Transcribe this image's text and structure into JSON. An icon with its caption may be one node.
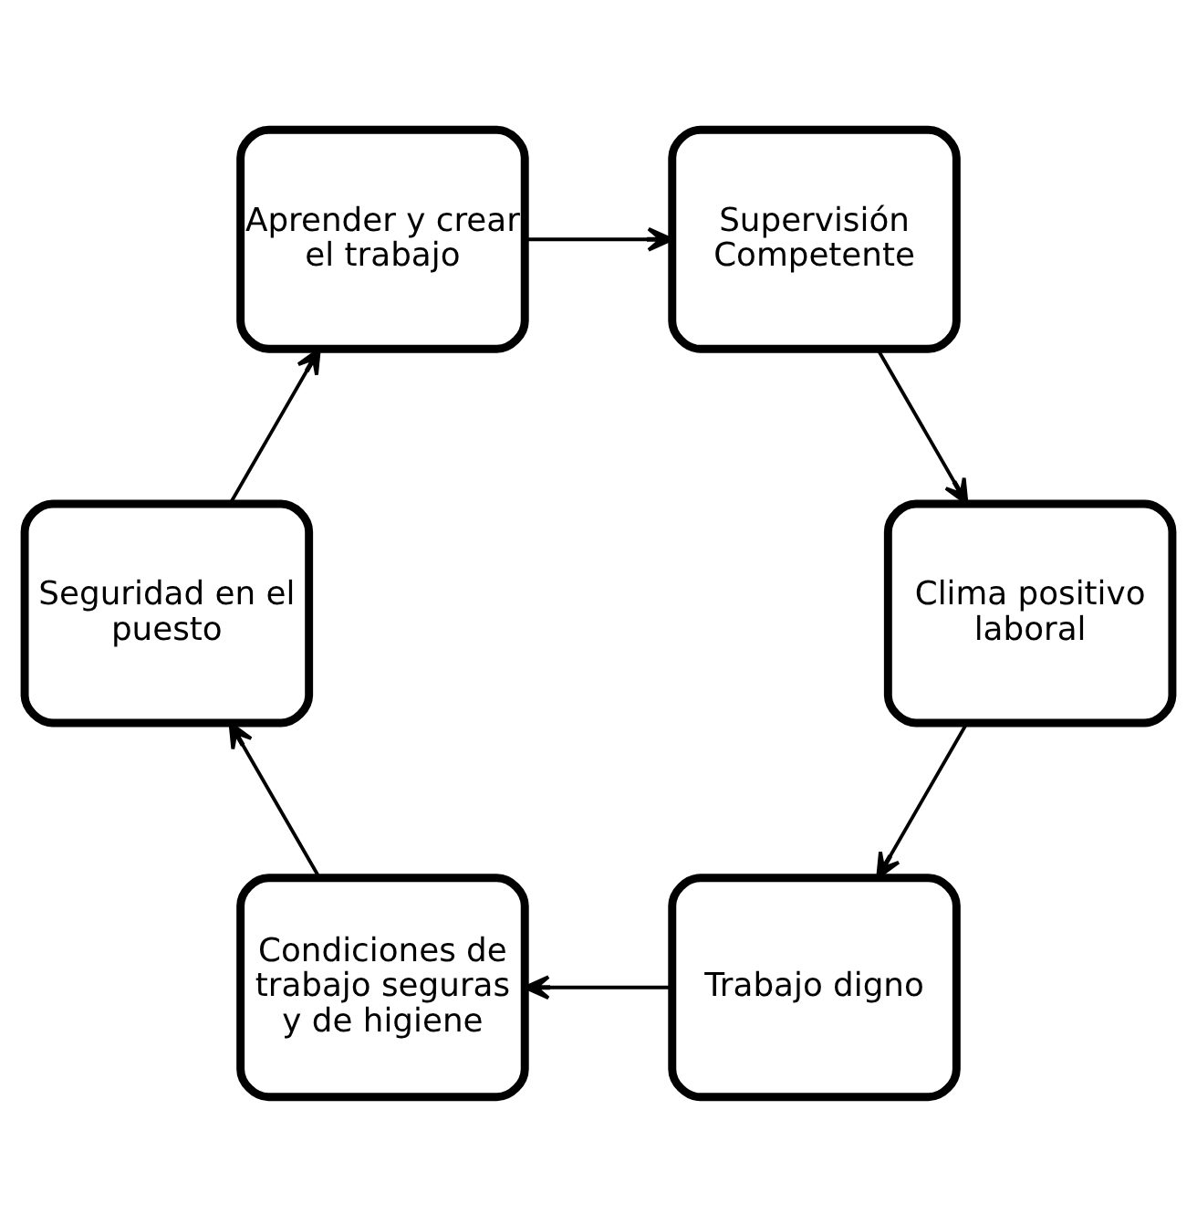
{
  "diagram": {
    "nodes": [
      {
        "text": [
          "Trabajo digno"
        ]
      },
      {
        "text": [
          "Condiciones de trabajo seguras y de higiene"
        ]
      },
      {
        "text": [
          "Seguridad en el puesto"
        ]
      },
      {
        "text": [
          "Aprender y crear el trabajo"
        ]
      },
      {
        "text": [
          "Supervisión Competente"
        ]
      },
      {
        "text": [
          "Clima positivo laboral"
        ]
      }
    ],
    "edges": [
      {
        "from": 0,
        "to": 1,
        "arrow": "to"
      },
      {
        "from": 1,
        "to": 2,
        "arrow": "to"
      },
      {
        "from": 2,
        "to": 3,
        "arrow": "to"
      },
      {
        "from": 3,
        "to": 4,
        "arrow": "to"
      },
      {
        "from": 4,
        "to": 5,
        "arrow": "to"
      },
      {
        "from": 5,
        "to": 0,
        "arrow": "to"
      }
    ]
  }
}
